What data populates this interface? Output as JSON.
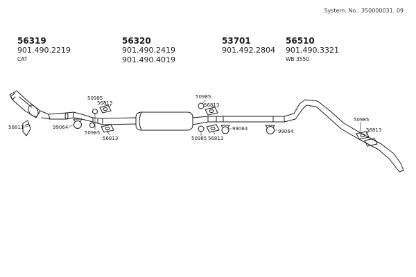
{
  "system_number": "System. No.: 350000031. 09",
  "part_blocks": [
    {
      "part_no": "56319",
      "codes": [
        "901.490.2219"
      ],
      "note": "CAT"
    },
    {
      "part_no": "56320",
      "codes": [
        "901.490.2419",
        "901.490.4019"
      ],
      "note": ""
    },
    {
      "part_no": "53701",
      "codes": [
        "901.492.2804"
      ],
      "note": ""
    },
    {
      "part_no": "56510",
      "codes": [
        "901.490.3321"
      ],
      "note": "WB 3550"
    }
  ],
  "callouts": {
    "c1": "56811",
    "c2": "99064",
    "c3": "50985",
    "c4": "56813",
    "c5": "50985",
    "c6": "56813",
    "c7": "50985",
    "c8": "56813",
    "c9": "99064",
    "c10": "50985",
    "c11": "56813",
    "c12": "99064",
    "c13": "50985",
    "c14": "56813"
  }
}
